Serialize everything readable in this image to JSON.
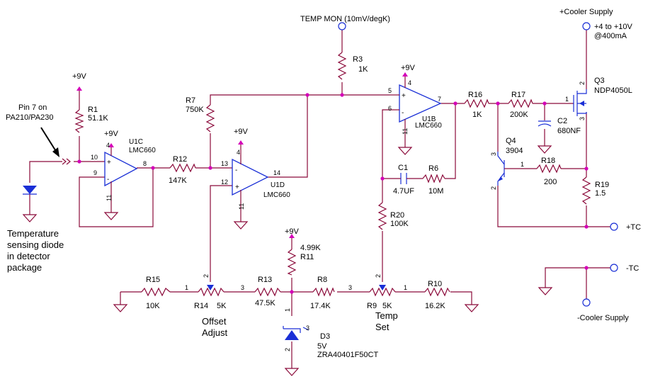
{
  "labels": {
    "cooler_supply_pos": "+Cooler Supply",
    "supply_range": "+4 to +10V",
    "supply_current": "@400mA",
    "temp_mon": "TEMP MON (10mV/degK)",
    "pin7_line1": "Pin 7 on",
    "pin7_line2": "PA210/PA230",
    "sensor_line1": "Temperature",
    "sensor_line2": "sensing diode",
    "sensor_line3": "in detector",
    "sensor_line4": "package",
    "offset_line1": "Offset",
    "offset_line2": "Adjust",
    "tempset_line1": "Temp",
    "tempset_line2": "Set",
    "plus_tc": "+TC",
    "minus_tc": "-TC",
    "cooler_supply_neg": "-Cooler Supply",
    "plus9v": "+9V"
  },
  "components": {
    "R1": {
      "ref": "R1",
      "value": "51.1K"
    },
    "R3": {
      "ref": "R3",
      "value": "1K"
    },
    "R6": {
      "ref": "R6",
      "value": "10M"
    },
    "R7": {
      "ref": "R7",
      "value": "750K"
    },
    "R8": {
      "ref": "R8",
      "value": "17.4K"
    },
    "R9": {
      "ref": "R9",
      "value": "5K"
    },
    "R10": {
      "ref": "R10",
      "value": "16.2K"
    },
    "R11": {
      "ref": "R11",
      "value": "4.99K"
    },
    "R12": {
      "ref": "R12",
      "value": "147K"
    },
    "R13": {
      "ref": "R13",
      "value": "47.5K"
    },
    "R14": {
      "ref": "R14",
      "value": "5K"
    },
    "R15": {
      "ref": "R15",
      "value": "10K"
    },
    "R16": {
      "ref": "R16",
      "value": "1K"
    },
    "R17": {
      "ref": "R17",
      "value": "200K"
    },
    "R18": {
      "ref": "R18",
      "value": "200"
    },
    "R19": {
      "ref": "R19",
      "value": "1.5"
    },
    "R20": {
      "ref": "R20",
      "value": "100K"
    },
    "C1": {
      "ref": "C1",
      "value": "4.7UF"
    },
    "C2": {
      "ref": "C2",
      "value": "680NF"
    },
    "Q3": {
      "ref": "Q3",
      "value": "NDP4050L"
    },
    "Q4": {
      "ref": "Q4",
      "value": "3904"
    },
    "D3": {
      "ref": "D3",
      "value": "5V",
      "part": "ZRA40401F50CT"
    },
    "U1C": {
      "ref": "U1C",
      "value": "LMC660"
    },
    "U1D": {
      "ref": "U1D",
      "value": "LMC660"
    },
    "U1B": {
      "ref": "U1B",
      "value": "LMC660"
    }
  },
  "pins": {
    "u1c": [
      "10",
      "9",
      "8",
      "4",
      "11"
    ],
    "u1d": [
      "13",
      "12",
      "14",
      "4",
      "11"
    ],
    "u1b": [
      "5",
      "6",
      "7",
      "4",
      "11"
    ],
    "q3": [
      "2",
      "1",
      "3"
    ],
    "q4": [
      "3",
      "1",
      "2"
    ],
    "r14": [
      "1",
      "2",
      "3"
    ],
    "r9": [
      "3",
      "2",
      "1"
    ],
    "d3": [
      "1",
      "2",
      "3"
    ]
  }
}
